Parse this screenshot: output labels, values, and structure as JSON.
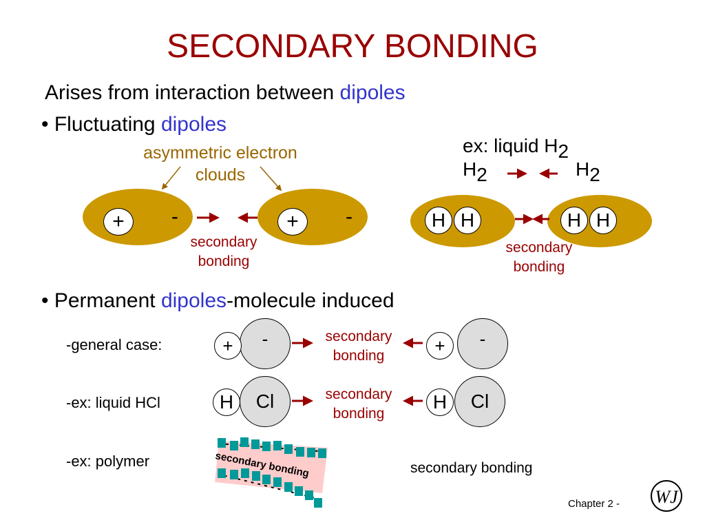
{
  "title": "SECONDARY BONDING",
  "intro": {
    "text": "Arises from interaction between ",
    "highlight": "dipoles"
  },
  "fluctuating": {
    "bullet": "•",
    "text": "Fluctuating ",
    "highlight": "dipoles"
  },
  "asym_label_1": "asymmetric electron",
  "asym_label_2": "clouds",
  "cloud_plus": "+",
  "cloud_minus": "-",
  "secondary_1": "secondary",
  "secondary_2": "bonding",
  "h2_example": {
    "prefix": "ex:  liquid H",
    "sub": "2",
    "left": "H",
    "left_sub": "2",
    "right": "H",
    "right_sub": "2"
  },
  "h_atom": "H",
  "permanent": {
    "bullet": "•",
    "text": "Permanent ",
    "highlight": "dipoles",
    "suffix": "-molecule induced"
  },
  "general_case_label": "-general case:",
  "hcl_label": "-ex: liquid HCl",
  "cl_atom": "Cl",
  "polymer_label": "-ex: polymer",
  "polymer_band_text": "secondary bonding",
  "polymer_caption": "secondary bonding",
  "footer": "Chapter 2 -",
  "logo_text": "WJ",
  "colors": {
    "title": "#990000",
    "accent": "#3333cc",
    "cloud": "#cc9900",
    "arrow": "#990000",
    "label_gold": "#996600",
    "polymer_band": "#ffcccc",
    "polymer_bead": "#009999"
  }
}
